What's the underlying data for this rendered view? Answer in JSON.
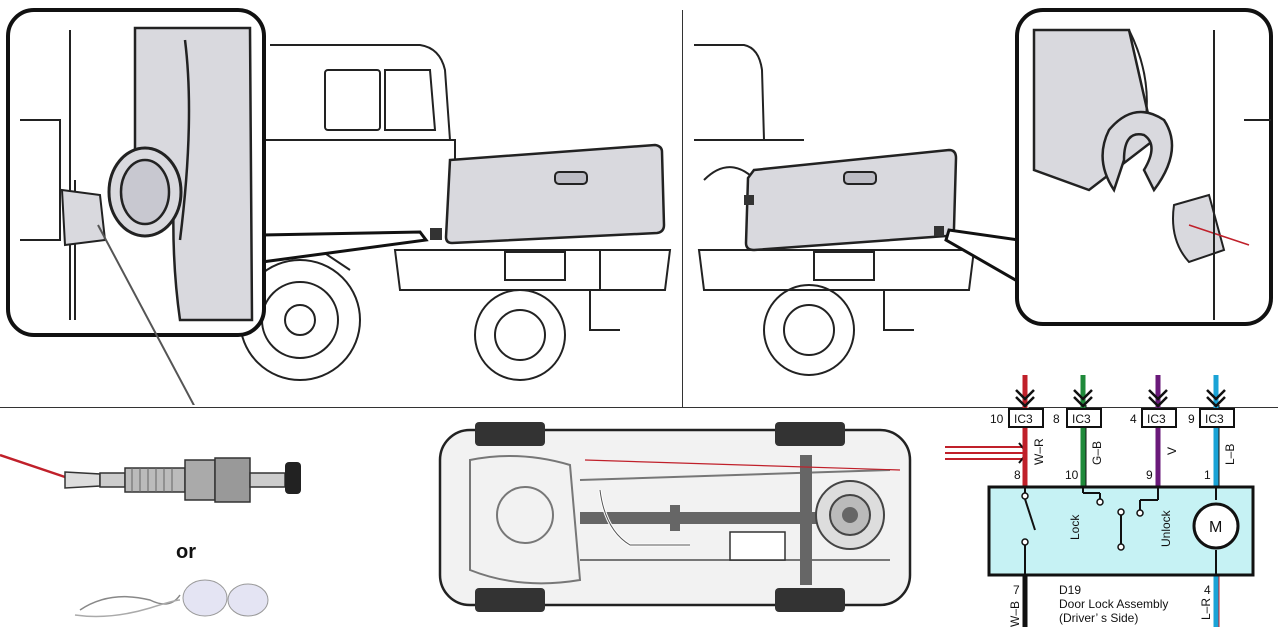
{
  "or_label": "or",
  "colors": {
    "panel_fill": "#ffffff",
    "truck_line": "#222222",
    "part_fill": "#d9d9de",
    "callout_border": "#111111",
    "wire_red": "#c0202a",
    "wire_green": "#1f8a3a",
    "wire_purple": "#6a1a7a",
    "wire_blue": "#1aa3d6",
    "wiring_box_fill": "#c6f2f4",
    "switch_red": "#d22222",
    "bulb_fill": "#e4e4f3"
  },
  "schematic": {
    "connectors": [
      {
        "pin": "10",
        "code": "IC3",
        "wire": "W–R",
        "bottom_pin": "8"
      },
      {
        "pin": "8",
        "code": "IC3",
        "wire": "G–B",
        "bottom_pin": "10"
      },
      {
        "pin": "4",
        "code": "IC3",
        "wire": "V",
        "bottom_pin": "9"
      },
      {
        "pin": "9",
        "code": "IC3",
        "wire": "L–B",
        "bottom_pin": "1"
      }
    ],
    "lock_label": "Lock",
    "unlock_label": "Unlock",
    "motor_label": "M",
    "bottom_left": {
      "pin": "7",
      "wire": "W–B"
    },
    "bottom_right": {
      "pin": "4",
      "wire": "L–R"
    },
    "component_code": "D19",
    "component_name": "Door Lock Assembly",
    "component_side": "(Driver’ s Side)"
  }
}
